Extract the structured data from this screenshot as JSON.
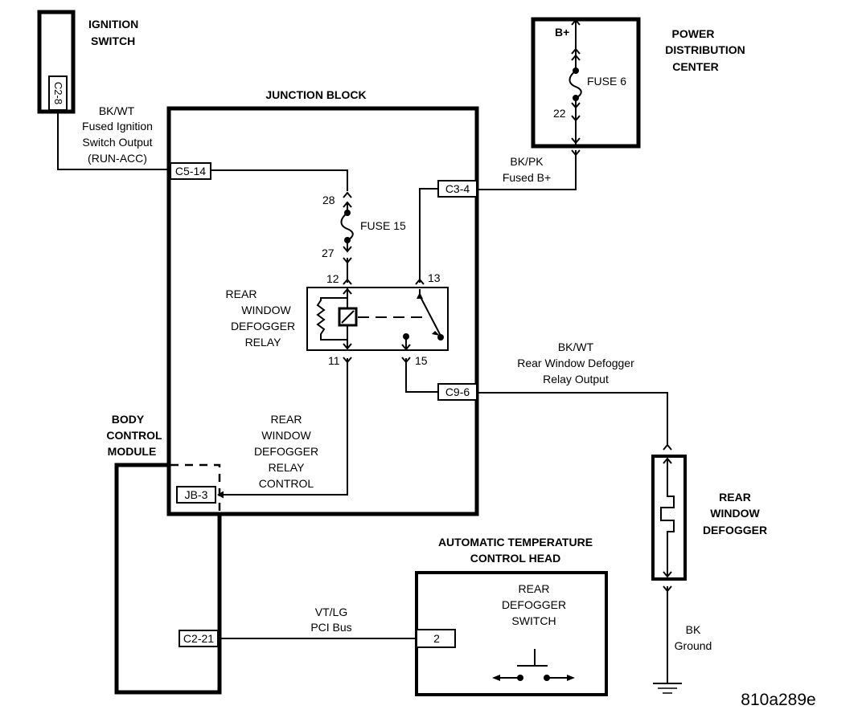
{
  "diagram": {
    "id_code": "810a289e",
    "components": {
      "ignition_switch": {
        "title": [
          "IGNITION",
          "SWITCH"
        ],
        "connector": "C2-8"
      },
      "power_distribution_center": {
        "title": [
          "POWER",
          "DISTRIBUTION",
          "CENTER"
        ],
        "supply": "B+",
        "fuse": "FUSE 6",
        "pin_out": "22"
      },
      "junction_block": {
        "title": "JUNCTION BLOCK",
        "connectors": {
          "ignition_in": "C5-14",
          "battery_in": "C3-4",
          "relay_out": "C9-6",
          "control_in": "JB-3"
        },
        "fuse": {
          "label": "FUSE 15",
          "pin_in": "28",
          "pin_out": "27"
        },
        "relay": {
          "label": [
            "REAR",
            "WINDOW",
            "DEFOGGER",
            "RELAY"
          ],
          "pins": {
            "coil_feed": "12",
            "switch_feed": "13",
            "coil_ground": "11",
            "output": "15"
          }
        },
        "control_circuit_label": [
          "REAR",
          "WINDOW",
          "DEFOGGER",
          "RELAY",
          "CONTROL"
        ]
      },
      "body_control_module": {
        "title": [
          "BODY",
          "CONTROL",
          "MODULE"
        ],
        "connector": "C2-21"
      },
      "atc_head": {
        "title": [
          "AUTOMATIC TEMPERATURE",
          "CONTROL HEAD"
        ],
        "connector": "2",
        "switch_label": [
          "REAR",
          "DEFOGGER",
          "SWITCH"
        ]
      },
      "rear_window_defogger": {
        "title": [
          "REAR",
          "WINDOW",
          "DEFOGGER"
        ]
      }
    },
    "wires": {
      "ignition": [
        "BK/WT",
        "Fused Ignition",
        "Switch Output",
        "(RUN-ACC)"
      ],
      "battery": [
        "BK/PK",
        "Fused B+"
      ],
      "relay_output": [
        "BK/WT",
        "Rear Window Defogger",
        "Relay Output"
      ],
      "pci_bus": [
        "VT/LG",
        "PCI Bus"
      ],
      "ground": [
        "BK",
        "Ground"
      ]
    }
  }
}
